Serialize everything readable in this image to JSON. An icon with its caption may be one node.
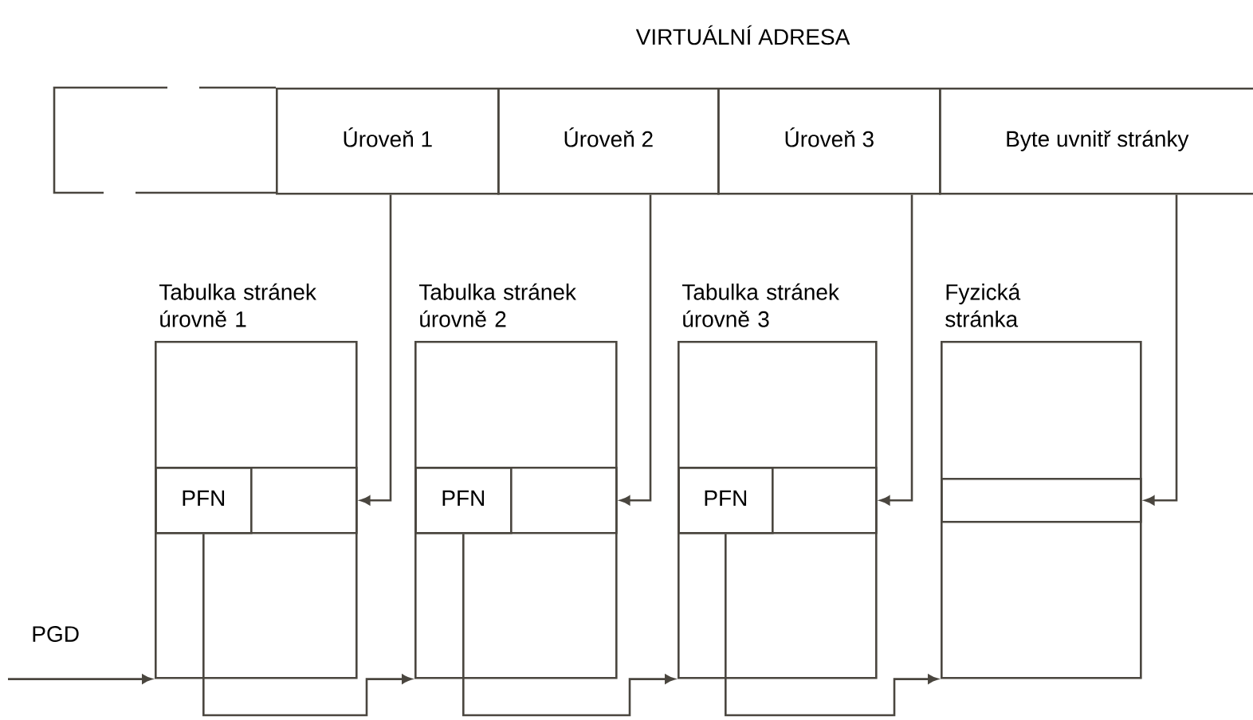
{
  "diagram": {
    "title": "VIRTUÁLNÍ ADRESA",
    "nodes": [
      {
        "text": [],
        "shape": "box"
      },
      {
        "text": [
          "Úroveň 1"
        ]
      },
      {
        "text": [
          "Úroveň 2"
        ]
      },
      {
        "text": [
          "Úroveň 3"
        ]
      },
      {
        "text": [
          "Byte uvnitř stránky"
        ]
      },
      {
        "text": [
          "Tabulka stránek úrovně 1"
        ]
      },
      {
        "text": [],
        "shape": "box",
        "in": 5
      },
      {
        "text": [
          "PFN"
        ],
        "in": 6
      },
      {
        "text": [
          "Tabulka stránek úrovně 2"
        ]
      },
      {
        "text": [],
        "shape": "box",
        "in": 8
      },
      {
        "text": [
          "PFN"
        ],
        "in": 9
      },
      {
        "text": [
          "Tabulka stránek úrovně 3"
        ]
      },
      {
        "text": [],
        "shape": "box",
        "in": 11
      },
      {
        "text": [
          "PFN"
        ],
        "in": 12
      },
      {
        "text": [
          "Fyzická stránka"
        ]
      },
      {
        "text": [],
        "shape": "box",
        "in": 14
      }
    ],
    "edges": [
      {
        "from": 1,
        "to": 6,
        "arrow": "to"
      },
      {
        "from": 2,
        "to": 9,
        "arrow": "to"
      },
      {
        "from": 3,
        "to": 12,
        "arrow": "to"
      },
      {
        "from": 4,
        "to": 15,
        "arrow": "to"
      },
      {
        "from": null,
        "to": 5,
        "arrow": "to",
        "label": "PGD"
      },
      {
        "from": 7,
        "to": 8,
        "arrow": "to"
      },
      {
        "from": 10,
        "to": 11,
        "arrow": "to"
      },
      {
        "from": 13,
        "to": 14,
        "arrow": "to"
      }
    ]
  }
}
